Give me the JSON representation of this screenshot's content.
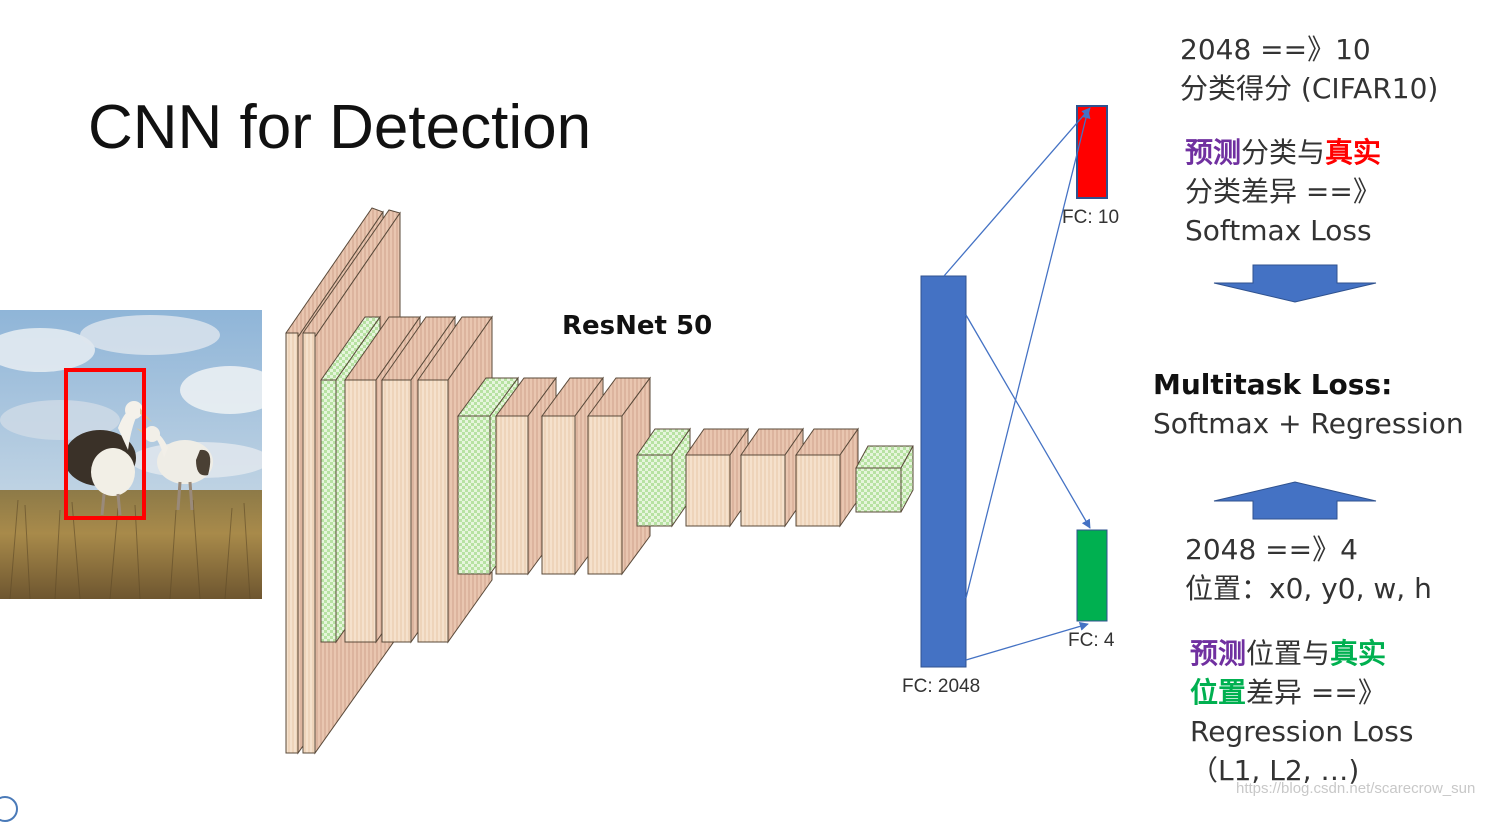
{
  "title": "CNN for Detection",
  "network_label": "ResNet 50",
  "fc_layers": {
    "fc2048": "FC: 2048",
    "fc10": "FC: 10",
    "fc4": "FC: 4"
  },
  "classification_output": {
    "line1": "2048 ==》10",
    "line2": "分类得分 (CIFAR10)"
  },
  "classification_loss": {
    "pred": "预测",
    "text1": "分类与",
    "truth": "真实",
    "line2": "分类差异 ==》",
    "line3": "Softmax Loss"
  },
  "multitask": {
    "title": "Multitask Loss:",
    "subtitle": "Softmax + Regression"
  },
  "regression_output": {
    "line1": "2048 ==》4",
    "line2": "位置：x0, y0, w, h"
  },
  "regression_loss": {
    "pred": "预测",
    "text1": "位置与",
    "truth": "真实",
    "pos": "位置",
    "text2": "差异 ==》",
    "line3": "Regression Loss",
    "line4": "（L1, L2, …)"
  },
  "watermark": "https://blog.csdn.net/scarecrow_sun",
  "colors": {
    "fc2048": "#4472c4",
    "fc10": "#ff0000",
    "fc4": "#00b050",
    "arrow_block": "#4472c4",
    "bbox": "#ff0000"
  }
}
